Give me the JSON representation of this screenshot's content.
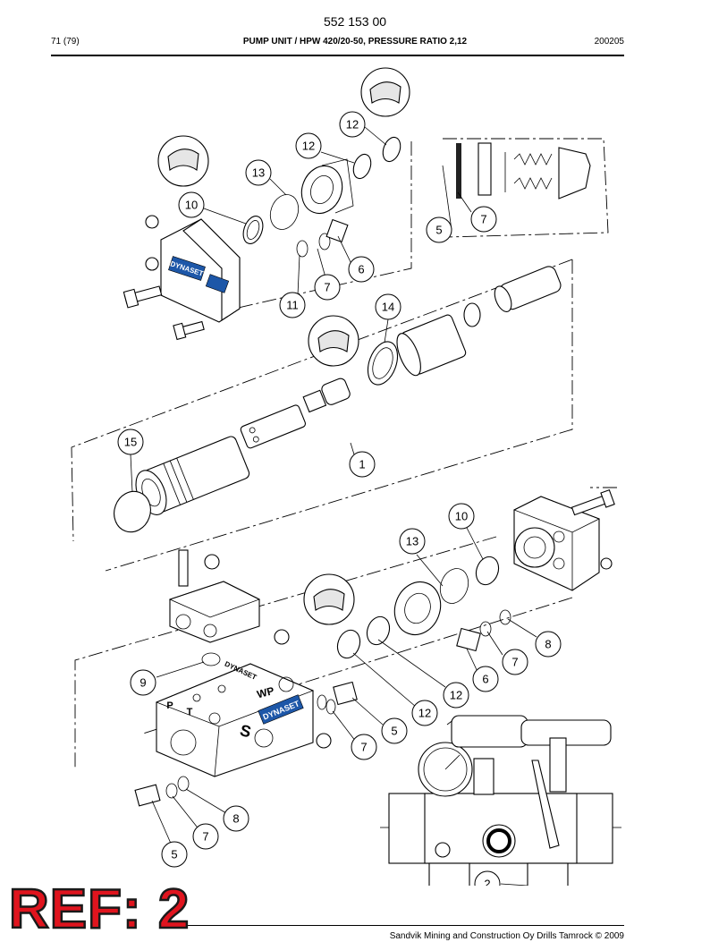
{
  "header": {
    "doc_number": "552 153 00",
    "page": "71 (79)",
    "title": "PUMP UNIT / HPW 420/20-50, PRESSURE RATIO 2,12",
    "date": "200205"
  },
  "footer": {
    "text": "Sandvik Mining and Construction Oy Drills Tamrock © 2009"
  },
  "stamp": {
    "text": "REF: 2",
    "color": "#e0141e"
  },
  "callouts": [
    {
      "label": "12"
    },
    {
      "label": "12"
    },
    {
      "label": "13"
    },
    {
      "label": "10"
    },
    {
      "label": "7"
    },
    {
      "label": "5"
    },
    {
      "label": "6"
    },
    {
      "label": "7"
    },
    {
      "label": "11"
    },
    {
      "label": "14"
    },
    {
      "label": "15"
    },
    {
      "label": "1"
    },
    {
      "label": "10"
    },
    {
      "label": "13"
    },
    {
      "label": "8"
    },
    {
      "label": "7"
    },
    {
      "label": "6"
    },
    {
      "label": "9"
    },
    {
      "label": "12"
    },
    {
      "label": "12"
    },
    {
      "label": "5"
    },
    {
      "label": "7"
    },
    {
      "label": "8"
    },
    {
      "label": "7"
    },
    {
      "label": "5"
    },
    {
      "label": "2"
    }
  ],
  "block_markings": {
    "brand": "DYNASET",
    "port_wp": "WP",
    "port_p": "P",
    "port_t": "T",
    "port_s": "S"
  }
}
